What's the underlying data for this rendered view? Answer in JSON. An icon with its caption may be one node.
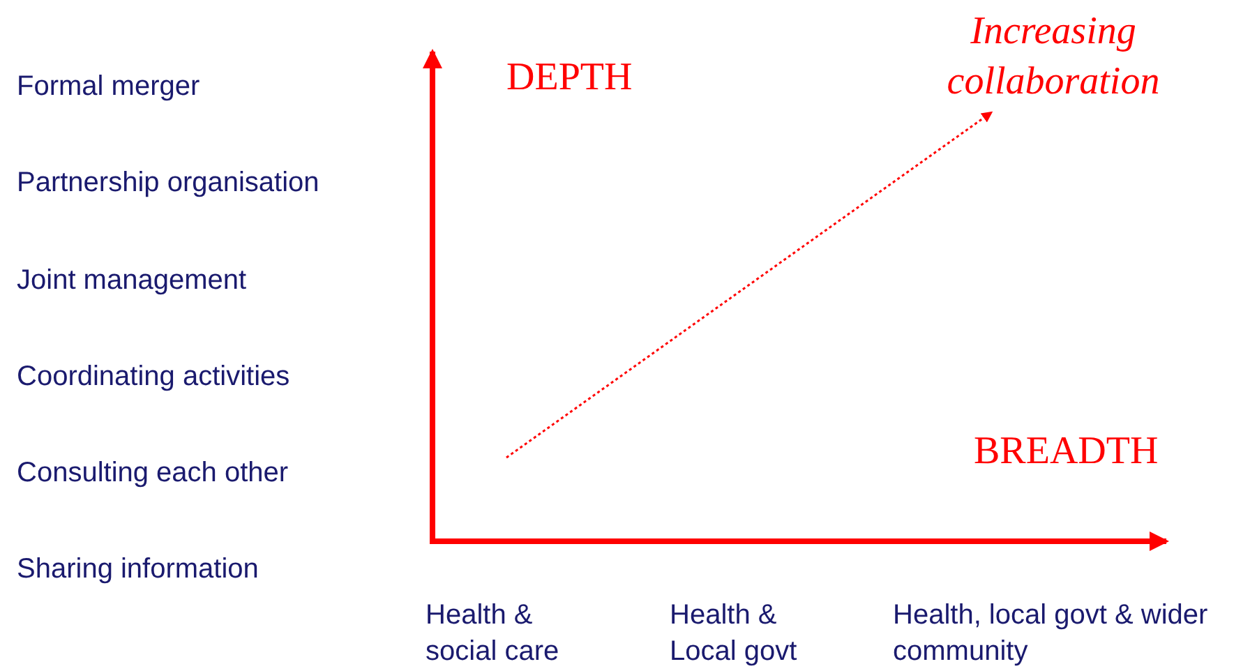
{
  "diagram": {
    "labels": [
      "Formal merger",
      "Partnership organisation",
      "Joint management",
      "Coordinating activities",
      "Consulting each other",
      "Sharing information",
      "DEPTH",
      "Increasing collaboration",
      "BREADTH",
      "Health & social care",
      "Health & Local govt",
      "Health, local govt & wider community"
    ]
  }
}
